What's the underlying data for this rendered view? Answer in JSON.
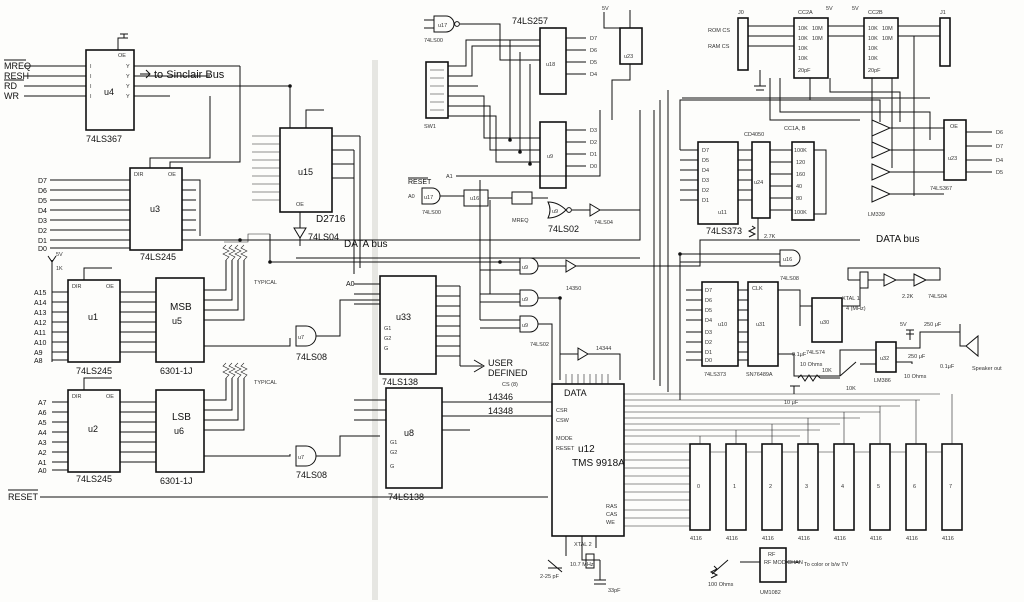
{
  "chips": [
    {
      "id": "u4",
      "part": "74LS367"
    },
    {
      "id": "u3",
      "part": "74LS245"
    },
    {
      "id": "u15",
      "part": "D2716"
    },
    {
      "id": "u1",
      "part": "74LS245"
    },
    {
      "id": "u5",
      "label": "MSB",
      "part": "6301-1J"
    },
    {
      "id": "u2",
      "part": "74LS245"
    },
    {
      "id": "u6",
      "label": "LSB",
      "part": "6301-1J"
    },
    {
      "id": "u33",
      "part": "74LS138"
    },
    {
      "id": "u8",
      "part": "74LS138"
    },
    {
      "id": "u18",
      "part": "74LS257"
    },
    {
      "id": "u9",
      "part": ""
    },
    {
      "id": "u23",
      "part": ""
    },
    {
      "id": "u11",
      "part": "74LS373"
    },
    {
      "id": "u24",
      "part": "CD4050"
    },
    {
      "id": "u10",
      "part": "74LS373"
    },
    {
      "id": "u31",
      "part": "SN76489A"
    },
    {
      "id": "u30",
      "part": "74LS74"
    },
    {
      "id": "u32",
      "part": "LM386"
    },
    {
      "id": "u12",
      "part": "TMS 9918A"
    },
    {
      "id": "u23b",
      "part": "74LS367"
    },
    {
      "id": "u16",
      "part": "74LS08"
    }
  ],
  "gates": {
    "u17a": "74LS00",
    "u17b": "74LS00",
    "u14": "74LS02",
    "u22": "74LS04",
    "u7a": "74LS08",
    "u7b": "74LS08",
    "comparators": "LM339",
    "inv14350": "14350",
    "inv14344": "14344",
    "u28": "74LS04"
  },
  "signals": {
    "mreq": "MREQ",
    "resh": "RESH",
    "rd": "RD",
    "wr": "WR",
    "to_sinclair": "to Sinclair Bus",
    "reset_in": "RESET",
    "reset_left": "RESET",
    "mreq_small": "MREQ",
    "a0": "A0",
    "a1": "A1",
    "user_defined_1": "USER",
    "user_defined_2": "DEFINED",
    "cs_note": "CS (8)",
    "net14346": "14346",
    "net14348": "14348",
    "vdd": "5V",
    "data_bus_left": "DATA bus",
    "data_bus_right": "DATA bus",
    "typical_1": "TYPICAL",
    "typical_2": "TYPICAL",
    "rom_cs": "ROM CS",
    "ram_cs": "RAM CS",
    "j0": "J0",
    "j1": "J1",
    "cc2a": "CC2A",
    "cc2b": "CC2B",
    "cc1ab": "CC1A, B",
    "xtal1": "XTAL 1",
    "xtal1_freq": "4 (MHz)",
    "xtal2": "XTAL 2",
    "xtal2_freq": "10.7 MHz",
    "speaker": "Speaker out",
    "rf_mod": "RF MOD CHAN",
    "rf_note": "To color or b/w TV",
    "rf_part": "UM1082",
    "ohms_10": "10 Ohms",
    "ohms_100": "100 Ohms",
    "cap_250": "250 μF",
    "cap_01": "0.1μF",
    "res_2k7": "2.7K",
    "res_10k": "10K",
    "res_22k": "2.2K",
    "res_1k": "1K",
    "cap_33p": "33pF",
    "dram": "4116",
    "u12_pins": [
      "CSR",
      "CSW",
      "MODE",
      "RESET",
      "RAS",
      "CAS",
      "WE"
    ]
  },
  "data_lines": [
    "D7",
    "D6",
    "D5",
    "D4",
    "D3",
    "D2",
    "D1",
    "D0"
  ],
  "addr_lines": [
    "A15",
    "A14",
    "A13",
    "A12",
    "A11",
    "A10",
    "A9",
    "A8"
  ],
  "addr_low": [
    "A7",
    "A6",
    "A5",
    "A4",
    "A3",
    "A2",
    "A1",
    "A0"
  ],
  "ram_banks": [
    "0",
    "1",
    "2",
    "3",
    "4",
    "5",
    "6",
    "7"
  ]
}
